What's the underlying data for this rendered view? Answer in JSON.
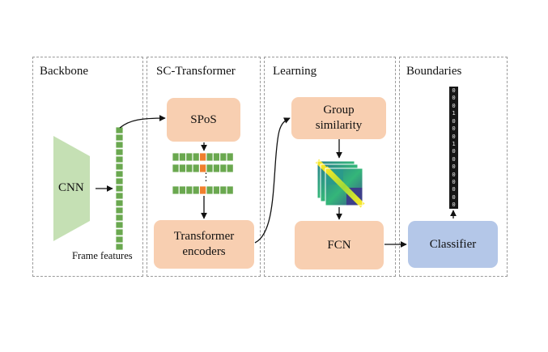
{
  "panels": {
    "backbone": "Backbone",
    "sc_transformer": "SC-Transformer",
    "learning": "Learning",
    "boundaries": "Boundaries"
  },
  "blocks": {
    "cnn": "CNN",
    "frame_features": "Frame features",
    "spos": "SPoS",
    "transformer_encoders": "Transformer\nencoders",
    "ellipsis": "⋮",
    "group_similarity": "Group\nsimilarity",
    "fcn": "FCN",
    "classifier": "Classifier"
  },
  "boundary_bits": [
    "0",
    "0",
    "0",
    "1",
    "0",
    "0",
    "0",
    "1",
    "0",
    "0",
    "0",
    "0",
    "0",
    "0",
    "0",
    "0"
  ],
  "colors": {
    "feature_green": "#6aa84f",
    "highlight_orange": "#f07f2e",
    "peach": "#f8cfb1",
    "classifier_blue": "#b4c7e8",
    "cnn_green": "#c5e0b4"
  }
}
